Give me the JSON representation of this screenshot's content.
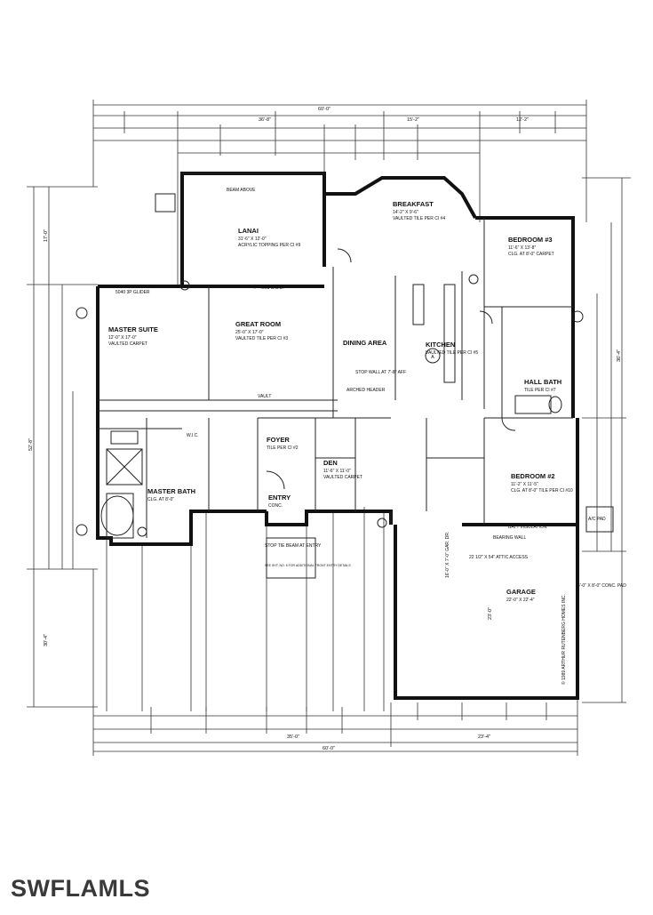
{
  "rooms": {
    "lanai": {
      "name": "LANAI",
      "size": "31'-6\" X 12'-0\"",
      "note": "ACRYLIC TOPPING PER CI #9"
    },
    "breakfast": {
      "name": "BREAKFAST",
      "size": "14'-2\" X 9'-6\"",
      "note": "VAULTED TILE PER CI #4"
    },
    "bedroom3": {
      "name": "BEDROOM #3",
      "size": "11'-6\" X 13'-8\"",
      "note": "CLG. AT 8'-0\" CARPET"
    },
    "master_suite": {
      "name": "MASTER SUITE",
      "size": "12'-0\" X 17'-0\"",
      "note": "VAULTED CARPET"
    },
    "great_room": {
      "name": "GREAT ROOM",
      "size": "25'-0\" X 17'-0\"",
      "note": "VAULTED TILE PER CI #3"
    },
    "dining": {
      "name": "DINING AREA"
    },
    "kitchen": {
      "name": "KITCHEN",
      "note": "VAULTED TILE PER CI #5"
    },
    "hall_bath": {
      "name": "HALL BATH",
      "note": "TILE PER CI #7"
    },
    "foyer": {
      "name": "FOYER",
      "note": "TILE PER CI #2"
    },
    "den": {
      "name": "DEN",
      "size": "11'-6\" X 11'-0\"",
      "note": "VAULTED CARPET"
    },
    "bedroom2": {
      "name": "BEDROOM #2",
      "size": "11'-2\" X 11'-5\"",
      "note": "CLG. AT 8'-0\" TILE PER CI #10"
    },
    "master_bath": {
      "name": "MASTER BATH",
      "note": "CLG. AT 8'-0\""
    },
    "garage": {
      "name": "GARAGE",
      "size": "22'-0\" X 22'-4\""
    },
    "entry": {
      "name": "ENTRY",
      "note": "CONC."
    },
    "wic": {
      "name": "W.I.C."
    },
    "ac_pad": {
      "name": "A/C PAD"
    }
  },
  "notes": {
    "gable_drive": "16'-0\" X 7'-0\" GAR. DR.",
    "attic": "22 1/2\" X 54\" ATTIC ACCESS",
    "beam_above": "BEAM ABOVE",
    "stop_tie": "STOP TIE BEAM AT ENTRY",
    "see_sht": "SEE SHT. NO. 6 FOR ADDITIONAL FRONT ENTRY DETAILS",
    "batt": "BATT INSULATION",
    "bearing_wall": "BEARING WALL",
    "copyright": "© 1989 ARTHUR RUTENBERG HOMES INC.",
    "slider_lanai": "5040 3P GLIDER",
    "door_4068": "4 - 4068 S.G.D.",
    "vault": "VAULT",
    "conc_pad": "4'-0\" X 8'-0\" CONC. PAD",
    "arched_header": "ARCHED HEADER",
    "stop_wall": "STOP WALL AT 7'-8\" AFF"
  },
  "dimensions": {
    "overall_top": "60'-0\"",
    "overall_bottom": "60'-0\"",
    "top_left": "36'-8\"",
    "top_mid": "15'-2\"",
    "top_right": "12'-2\"",
    "bottom_left": "35'-0\"",
    "bottom_right": "23'-4\"",
    "left_total": "52'-8\"",
    "right_total": "36'-4\"",
    "garage_depth": "23'-0\"",
    "left_17": "17'-0\"",
    "left_30": "30'-4\""
  },
  "watermark": "SWFLAMLS"
}
